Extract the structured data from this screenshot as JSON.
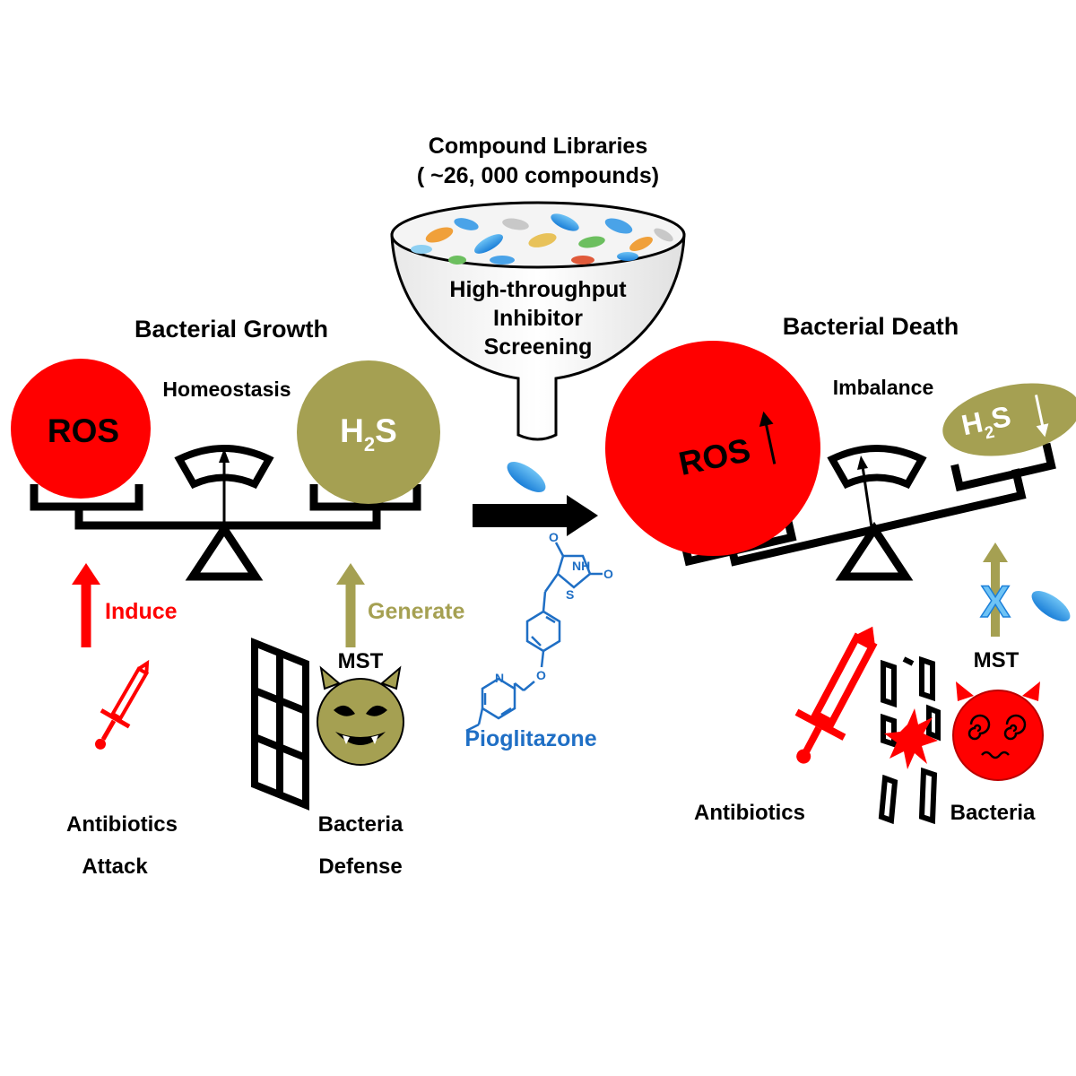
{
  "screening": {
    "library_title": "Compound Libraries",
    "library_count": "( ~26, 000 compounds)",
    "funnel_line1": "High-throughput",
    "funnel_line2": "Inhibitor",
    "funnel_line3": "Screening"
  },
  "left_panel": {
    "title": "Bacterial Growth",
    "balance_label": "Homeostasis",
    "ros_label": "ROS",
    "h2s_label": "H",
    "h2s_sub": "2",
    "h2s_tail": "S",
    "induce_label": "Induce",
    "generate_label": "Generate",
    "mst_label": "MST",
    "antibiotics_line1": "Antibiotics",
    "antibiotics_line2": "Attack",
    "bacteria_line1": "Bacteria",
    "bacteria_line2": "Defense"
  },
  "right_panel": {
    "title": "Bacterial Death",
    "balance_label": "Imbalance",
    "ros_label": "ROS",
    "h2s_label": "H",
    "h2s_sub": "2",
    "h2s_tail": "S",
    "mst_label": "MST",
    "block_mark": "X",
    "antibiotics_label": "Antibiotics",
    "bacteria_label": "Bacteria"
  },
  "compound": {
    "name": "Pioglitazone",
    "atom_o1": "O",
    "atom_nh": "NH",
    "atom_o2": "O",
    "atom_s": "S",
    "atom_o3": "O",
    "atom_n": "N"
  },
  "colors": {
    "ros_red": "#ff0000",
    "h2s_olive": "#a5a052",
    "compound_blue": "#1f6fc5",
    "black": "#000000"
  }
}
